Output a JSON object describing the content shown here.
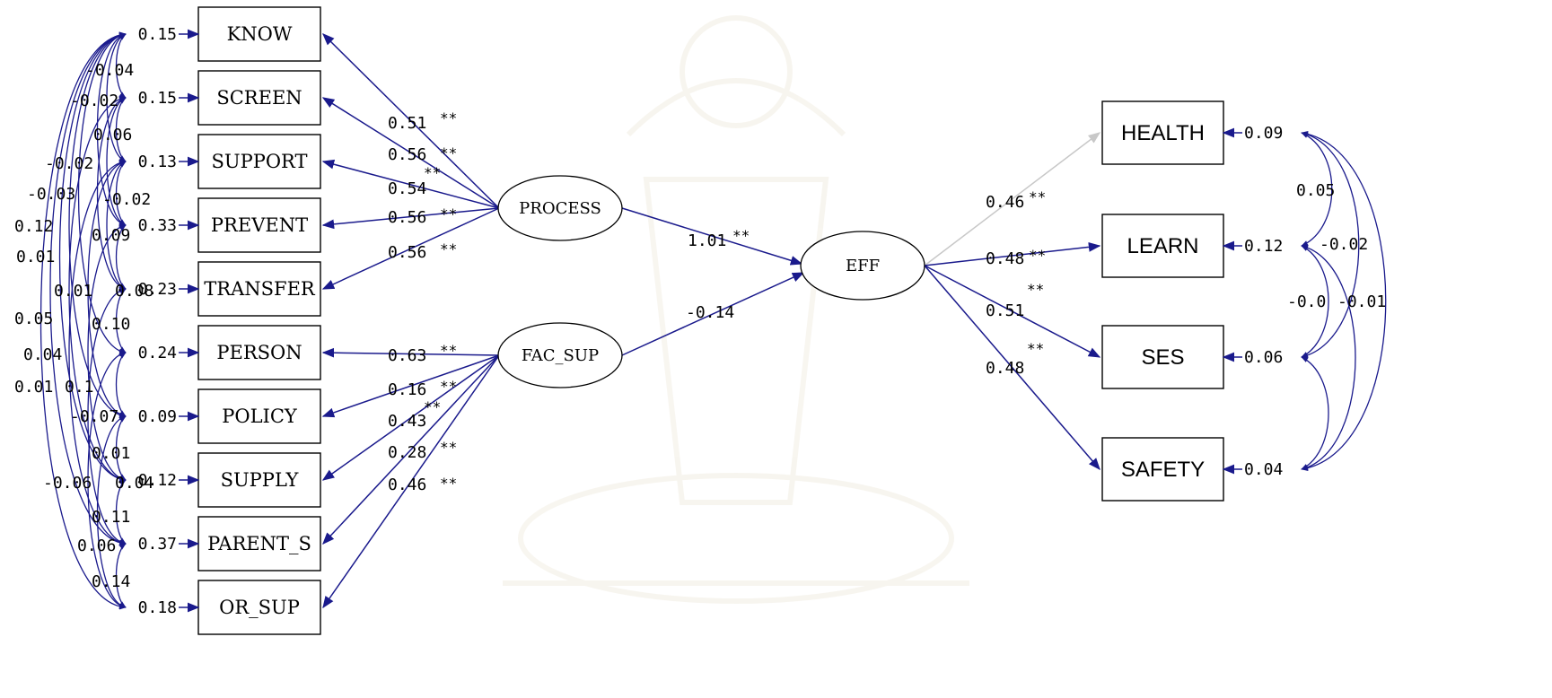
{
  "observed_left": [
    {
      "label": "KNOW",
      "error": "0.15"
    },
    {
      "label": "SCREEN",
      "error": "0.15"
    },
    {
      "label": "SUPPORT",
      "error": "0.13"
    },
    {
      "label": "PREVENT",
      "error": "0.33"
    },
    {
      "label": "TRANSFER",
      "error": "0.23"
    },
    {
      "label": "PERSON",
      "error": "0.24"
    },
    {
      "label": "POLICY",
      "error": "0.09"
    },
    {
      "label": "SUPPLY",
      "error": "0.12"
    },
    {
      "label": "PARENT_S",
      "error": "0.37"
    },
    {
      "label": "OR_SUP",
      "error": "0.18"
    }
  ],
  "observed_right": [
    {
      "label": "HEALTH",
      "error": "0.09"
    },
    {
      "label": "LEARN",
      "error": "0.12"
    },
    {
      "label": "SES",
      "error": "0.06"
    },
    {
      "label": "SAFETY",
      "error": "0.04"
    }
  ],
  "latents": {
    "process": "PROCESS",
    "fac_sup": "FAC_SUP",
    "eff": "EFF"
  },
  "process_loadings": [
    {
      "value": "0.51",
      "sig": "**"
    },
    {
      "value": "0.56",
      "sig": "**"
    },
    {
      "value": "0.54",
      "sig": "**"
    },
    {
      "value": "0.56",
      "sig": "**"
    },
    {
      "value": "0.56",
      "sig": "**"
    }
  ],
  "fac_sup_loadings": [
    {
      "value": "0.63",
      "sig": "**"
    },
    {
      "value": "0.16",
      "sig": "**"
    },
    {
      "value": "0.43",
      "sig": "**"
    },
    {
      "value": "0.28",
      "sig": "**"
    },
    {
      "value": "0.46",
      "sig": "**"
    }
  ],
  "structural": {
    "process_to_eff": {
      "value": "1.01",
      "sig": "**"
    },
    "fac_sup_to_eff": {
      "value": "-0.14",
      "sig": ""
    }
  },
  "eff_loadings": [
    {
      "value": "0.46",
      "sig": "**"
    },
    {
      "value": "0.48",
      "sig": "**"
    },
    {
      "value": "0.51",
      "sig": "**"
    },
    {
      "value": "0.48",
      "sig": "**"
    }
  ],
  "left_covariances": [
    "-0.04",
    "-0.02",
    "0.06",
    "-0.02",
    "-0.03",
    "0.12",
    "-0.02",
    "0.01",
    "0.09",
    "0.01",
    "0.08",
    "0.05",
    "0.10",
    "0.04",
    "0.01",
    "0.1",
    "-0.07",
    "0.01",
    "-0.06",
    "0.04",
    "0.11",
    "0.06",
    "0.14"
  ],
  "right_covariances": [
    "0.05",
    "-0.02",
    "-0.0",
    "-0.01"
  ]
}
